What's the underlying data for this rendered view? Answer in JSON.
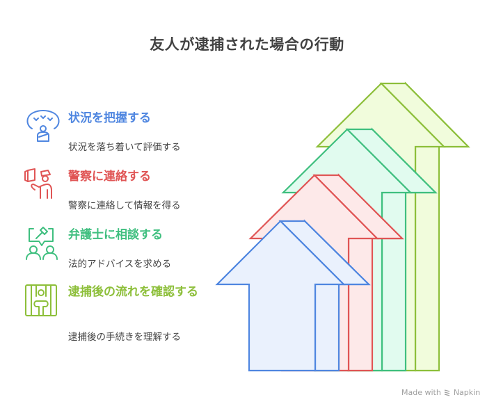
{
  "title": "友人が逮捕された場合の行動",
  "steps": [
    {
      "title": "状況を把握する",
      "description": "状況を落ち着いて評価する",
      "icon": "person-thinking-icon",
      "color": "#4f86e0",
      "fill": "#eaf1fd"
    },
    {
      "title": "警察に連絡する",
      "description": "警察に連絡して情報を得る",
      "icon": "police-officer-icon",
      "color": "#e05555",
      "fill": "#fde9e9"
    },
    {
      "title": "弁護士に相談する",
      "description": "法的アドバイスを求める",
      "icon": "lawyer-consultation-icon",
      "color": "#3fbf7f",
      "fill": "#e1fbef"
    },
    {
      "title": "逮捕後の流れを確認する",
      "description": "逮捕後の手続きを理解する",
      "icon": "prisoner-behind-bars-icon",
      "color": "#8dbf3a",
      "fill": "#f1fcdc"
    }
  ],
  "watermark": {
    "prefix": "Made with",
    "brand": "Napkin"
  }
}
